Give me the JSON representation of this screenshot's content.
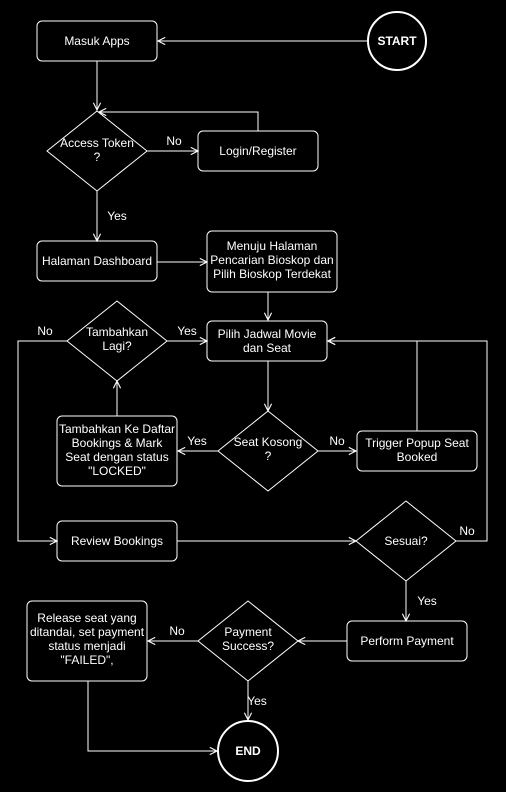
{
  "colors": {
    "background": "#000000",
    "stroke": "#ffffff",
    "text": "#ffffff"
  },
  "nodes": {
    "start": "START",
    "masuk_apps": "Masuk Apps",
    "access_token": [
      "Access Token",
      "?"
    ],
    "login_register": "Login/Register",
    "halaman_dashboard": "Halaman Dashboard",
    "menuju_halaman": [
      "Menuju Halaman",
      "Pencarian Bioskop dan",
      "Pilih Bioskop Terdekat"
    ],
    "pilih_jadwal": [
      "Pilih Jadwal Movie",
      "dan Seat"
    ],
    "tambahkan_lagi": [
      "Tambahkan",
      "Lagi?"
    ],
    "tambahkan_daftar": [
      "Tambahkan Ke Daftar",
      "Bookings & Mark",
      "Seat dengan status",
      "\"LOCKED\""
    ],
    "seat_kosong": [
      "Seat Kosong",
      "?"
    ],
    "trigger_popup": [
      "Trigger Popup Seat",
      "Booked"
    ],
    "review_bookings": "Review Bookings",
    "sesuai": "Sesuai?",
    "perform_payment": "Perform Payment",
    "payment_success": [
      "Payment",
      "Success?"
    ],
    "release_seat": [
      "Release seat yang",
      "ditandai, set payment",
      "status menjadi",
      "\"FAILED\","
    ],
    "end": "END"
  },
  "edge_labels": {
    "access_token_no": "No",
    "access_token_yes": "Yes",
    "tambahkan_lagi_no": "No",
    "tambahkan_lagi_yes": "Yes",
    "seat_kosong_yes": "Yes",
    "seat_kosong_no": "No",
    "sesuai_no": "No",
    "sesuai_yes": "Yes",
    "payment_no": "No",
    "payment_yes": "Yes"
  }
}
